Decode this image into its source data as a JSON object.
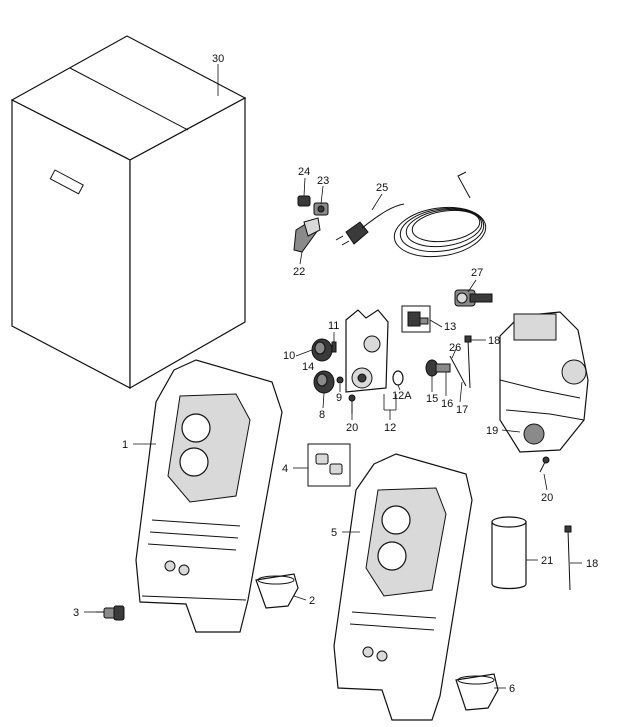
{
  "diagram": {
    "title": "Exploded parts diagram - pressure washer",
    "callouts": [
      "30",
      "24",
      "23",
      "25",
      "22",
      "27",
      "11",
      "13",
      "18",
      "26",
      "10",
      "14",
      "9",
      "8",
      "12A",
      "15",
      "16",
      "17",
      "20",
      "12",
      "19",
      "1",
      "4",
      "5",
      "20",
      "21",
      "18",
      "2",
      "3",
      "6"
    ]
  }
}
